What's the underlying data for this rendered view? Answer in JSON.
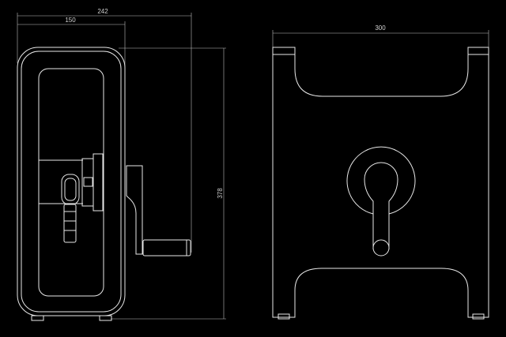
{
  "drawing": {
    "side_view": {
      "dim_total_width": "242",
      "dim_body_width": "150",
      "dim_height": "378"
    },
    "front_view": {
      "dim_width": "300"
    }
  },
  "colors": {
    "background": "#000000",
    "line": "#e8e8e8"
  }
}
